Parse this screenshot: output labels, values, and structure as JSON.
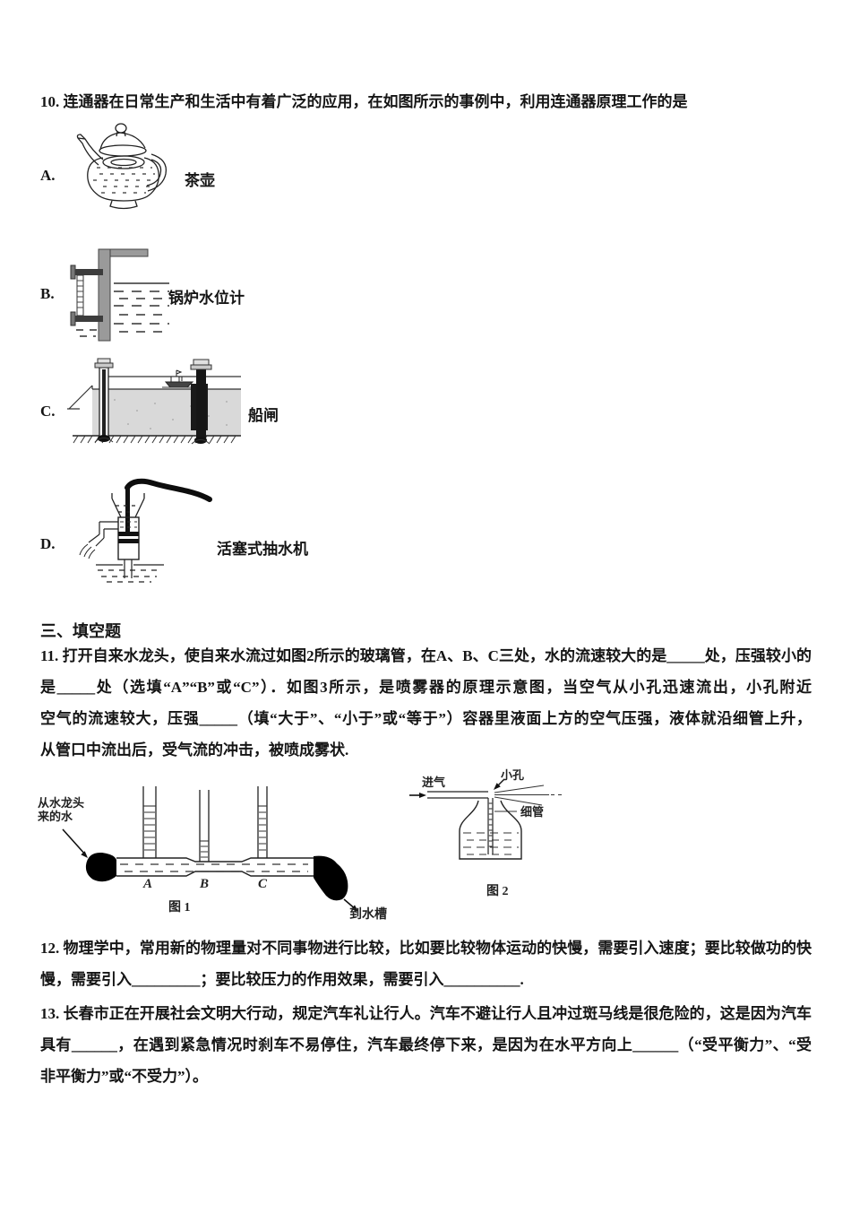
{
  "q10": {
    "text": "10. 连通器在日常生产和生活中有着广泛的应用，在如图所示的事例中，利用连通器原理工作的是",
    "options": [
      {
        "letter": "A.",
        "label": "茶壶"
      },
      {
        "letter": "B.",
        "label": "锅炉水位计"
      },
      {
        "letter": "C.",
        "label": "船闸"
      },
      {
        "letter": "D.",
        "label": "活塞式抽水机"
      }
    ]
  },
  "section": {
    "title": "三、填空题"
  },
  "q11": {
    "lines": [
      "11. 打开自来水龙头，使自来水流过如图2所示的玻璃管，在A、B、C三处，水的流速较大的是_____处，压强较小的",
      "是_____处（选填“A”“B”或“C”）．如图3所示，是喷雾器的原理示意图，当空气从小孔迅速流出，小孔附近",
      "空气的流速较大，压强_____（填“大于”、“小于”或“等于”）容器里液面上方的空气压强，液体就沿细管上升，",
      "从管口中流出后，受气流的冲击，被喷成雾状."
    ]
  },
  "fig1": {
    "source_line1": "从水龙头",
    "source_line2": "来的水",
    "point_a": "A",
    "point_b": "B",
    "point_c": "C",
    "caption": "图 1",
    "sink_label": "到水槽"
  },
  "fig2": {
    "air_label": "进气",
    "hole_label": "小孔",
    "tube_label": "细管",
    "caption": "图 2"
  },
  "q12": {
    "lines": [
      "12. 物理学中，常用新的物理量对不同事物进行比较，比如要比较物体运动的快慢，需要引入速度；要比较做功的快",
      "慢，需要引入_________；要比较压力的作用效果，需要引入__________."
    ]
  },
  "q13": {
    "lines": [
      "13. 长春市正在开展社会文明大行动，规定汽车礼让行人。汽车不避让行人且冲过斑马线是很危险的，这是因为汽车",
      "具有______，在遇到紧急情况时刹车不易停住，汽车最终停下来，是因为在水平方向上______（“受平衡力”、“受",
      "非平衡力”或“不受力”）。"
    ]
  },
  "colors": {
    "ink": "#151515",
    "paper": "#ffffff",
    "water_gray": "#d9d9d9",
    "pipe_gray": "#9a9a9a"
  }
}
